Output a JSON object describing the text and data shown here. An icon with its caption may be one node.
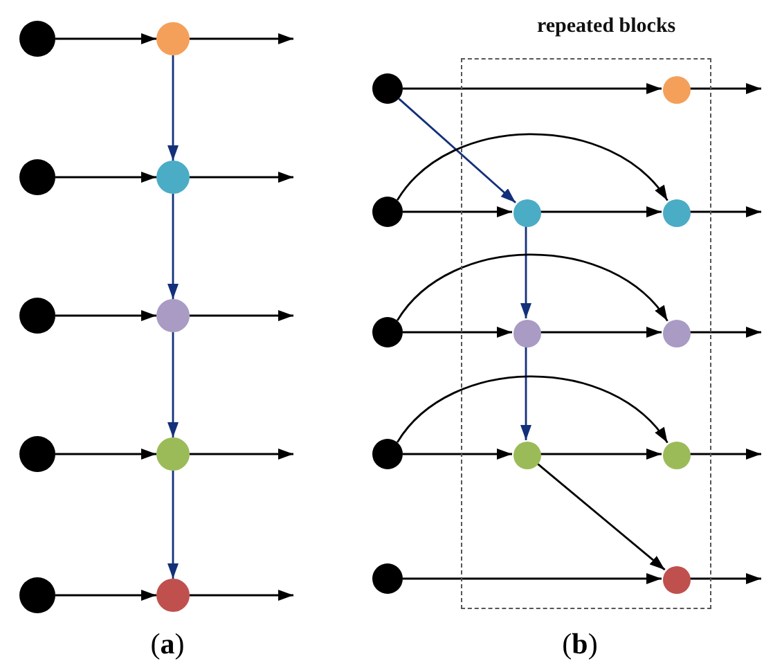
{
  "diagram": {
    "nodes": [
      {
        "text": [],
        "shape": "circle"
      },
      {
        "text": [],
        "shape": "circle"
      },
      {
        "text": [],
        "shape": "circle"
      },
      {
        "text": [],
        "shape": "circle"
      },
      {
        "text": [],
        "shape": "circle"
      },
      {
        "text": [],
        "shape": "circle"
      },
      {
        "text": [],
        "shape": "circle"
      },
      {
        "text": [],
        "shape": "circle"
      },
      {
        "text": [],
        "shape": "circle"
      },
      {
        "text": [],
        "shape": "circle"
      },
      {
        "text": [
          "repeated blocks"
        ]
      },
      {
        "text": [],
        "shape": "circle"
      },
      {
        "text": [],
        "shape": "circle",
        "in": 10
      },
      {
        "text": [],
        "shape": "circle"
      },
      {
        "text": [],
        "shape": "circle",
        "in": 10
      },
      {
        "text": [],
        "shape": "circle",
        "in": 10
      },
      {
        "text": [],
        "shape": "circle"
      },
      {
        "text": [],
        "shape": "circle",
        "in": 10
      },
      {
        "text": [],
        "shape": "circle",
        "in": 10
      },
      {
        "text": [],
        "shape": "circle"
      },
      {
        "text": [],
        "shape": "circle",
        "in": 10
      },
      {
        "text": [],
        "shape": "circle",
        "in": 10
      },
      {
        "text": [],
        "shape": "circle"
      },
      {
        "text": [],
        "shape": "circle",
        "in": 10
      }
    ],
    "edges": [
      {
        "from": 0,
        "to": 1,
        "arrow": "to"
      },
      {
        "from": 1,
        "to": null,
        "arrow": "to"
      },
      {
        "from": 2,
        "to": 3,
        "arrow": "to"
      },
      {
        "from": 3,
        "to": null,
        "arrow": "to"
      },
      {
        "from": 4,
        "to": 5,
        "arrow": "to"
      },
      {
        "from": 5,
        "to": null,
        "arrow": "to"
      },
      {
        "from": 6,
        "to": 7,
        "arrow": "to"
      },
      {
        "from": 7,
        "to": null,
        "arrow": "to"
      },
      {
        "from": 8,
        "to": 9,
        "arrow": "to"
      },
      {
        "from": 9,
        "to": null,
        "arrow": "to"
      },
      {
        "from": 1,
        "to": 3,
        "arrow": "to",
        "color": "#13307a"
      },
      {
        "from": 3,
        "to": 5,
        "arrow": "to",
        "color": "#13307a"
      },
      {
        "from": 5,
        "to": 7,
        "arrow": "to",
        "color": "#13307a"
      },
      {
        "from": 7,
        "to": 9,
        "arrow": "to",
        "color": "#13307a"
      },
      {
        "from": 11,
        "to": 12,
        "arrow": "to"
      },
      {
        "from": 12,
        "to": null,
        "arrow": "to"
      },
      {
        "from": 11,
        "to": 14,
        "arrow": "to",
        "color": "#13307a"
      },
      {
        "from": 13,
        "to": 14,
        "arrow": "to"
      },
      {
        "from": 14,
        "to": 15,
        "arrow": "to"
      },
      {
        "from": 15,
        "to": null,
        "arrow": "to"
      },
      {
        "from": 13,
        "to": 15,
        "arrow": "to"
      },
      {
        "from": 14,
        "to": 17,
        "arrow": "to",
        "color": "#13307a"
      },
      {
        "from": 16,
        "to": 17,
        "arrow": "to"
      },
      {
        "from": 17,
        "to": 18,
        "arrow": "to"
      },
      {
        "from": 18,
        "to": null,
        "arrow": "to"
      },
      {
        "from": 16,
        "to": 18,
        "arrow": "to"
      },
      {
        "from": 17,
        "to": 20,
        "arrow": "to",
        "color": "#13307a"
      },
      {
        "from": 19,
        "to": 20,
        "arrow": "to"
      },
      {
        "from": 20,
        "to": 21,
        "arrow": "to"
      },
      {
        "from": 21,
        "to": null,
        "arrow": "to"
      },
      {
        "from": 19,
        "to": 21,
        "arrow": "to"
      },
      {
        "from": 20,
        "to": 23,
        "arrow": "to"
      },
      {
        "from": 22,
        "to": 23,
        "arrow": "to"
      },
      {
        "from": 23,
        "to": null,
        "arrow": "to"
      }
    ],
    "labels": [
      "(**a**)",
      "(**b**)"
    ]
  }
}
